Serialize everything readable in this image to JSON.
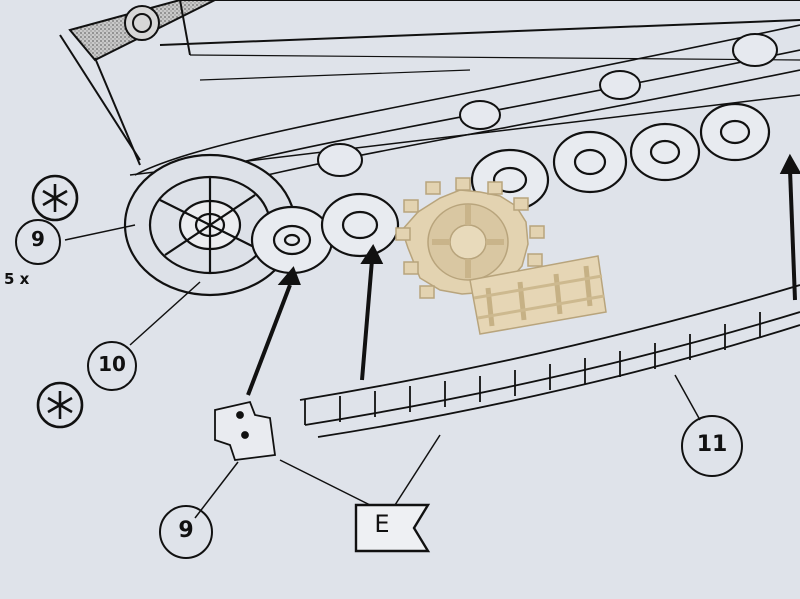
{
  "callouts": {
    "part_9_top": "9",
    "quantity": "5 x",
    "part_10": "10",
    "part_9_bottom": "9",
    "part_11": "11",
    "sprue_letter": "E"
  },
  "icons": {
    "star_top": "asterisk-circle-icon",
    "star_bottom": "asterisk-circle-icon"
  },
  "colors": {
    "paper": "#dfe3ea",
    "ink": "#111111",
    "resin": "#e3d3b1",
    "stipple": "#9a9a9a"
  }
}
